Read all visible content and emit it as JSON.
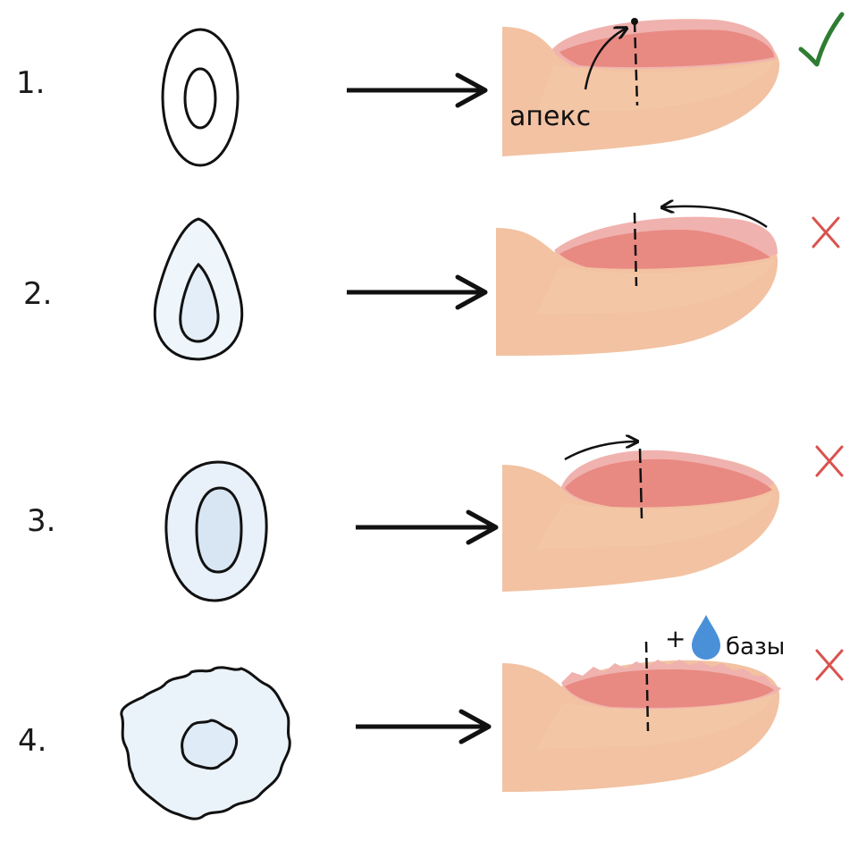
{
  "rows": [
    {
      "number": "1.",
      "annotation": "апекс",
      "verdict": "correct",
      "verdict_symbol": "✓"
    },
    {
      "number": "2.",
      "verdict": "incorrect",
      "verdict_symbol": "✕"
    },
    {
      "number": "3.",
      "verdict": "incorrect",
      "verdict_symbol": "✕"
    },
    {
      "number": "4.",
      "annotation_plus": "+",
      "annotation": "базы",
      "verdict": "incorrect",
      "verdict_symbol": "✕"
    }
  ],
  "colors": {
    "finger": "#f2c2a2",
    "finger_shadow": "#e9a988",
    "nail": "#e88a82",
    "nail_highlight": "#f0b2ae",
    "drop_fill": "#eaf3fa",
    "base_drop": "#4a90d9",
    "check": "#2e7d32",
    "cross": "#d9534f",
    "ink": "#111111"
  }
}
